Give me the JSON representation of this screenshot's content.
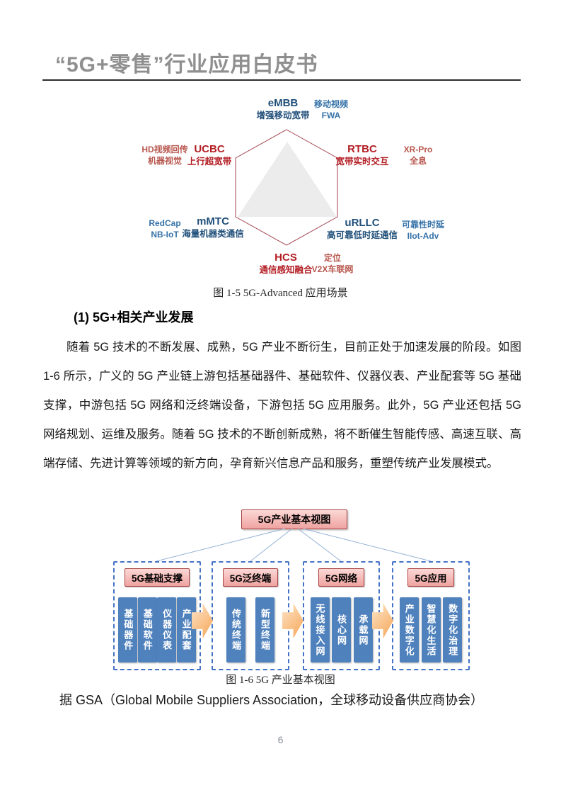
{
  "header": {
    "title": "“5G+零售”行业应用白皮书"
  },
  "figure5": {
    "caption": "图 1-5  5G-Advanced 应用场景",
    "embb": {
      "code": "eMBB",
      "label": "增强移动宽带",
      "note": "移动视频\nFWA"
    },
    "ucbc": {
      "code": "UCBC",
      "label": "上行超宽带",
      "note": "HD视频回传\n机器视觉"
    },
    "rtbc": {
      "code": "RTBC",
      "label": "宽带实时交互",
      "note": "XR-Pro\n全息"
    },
    "mmtc": {
      "code": "mMTC",
      "label": "海量机器类通信",
      "note": "RedCap\nNB-IoT"
    },
    "urllc": {
      "code": "uRLLC",
      "label": "高可靠低时延通信",
      "note": "可靠性时延\nIIot-Adv"
    },
    "hcs": {
      "code": "HCS",
      "label": "通信感知融合",
      "note": "定位\nV2X车联网"
    }
  },
  "section": {
    "heading": "(1) 5G+相关产业发展",
    "paragraph": "随着 5G 技术的不断发展、成熟，5G 产业不断衍生，目前正处于加速发展的阶段。如图 1-6 所示，广义的 5G 产业链上游包括基础器件、基础软件、仪器仪表、产业配套等 5G 基础支撑，中游包括 5G 网络和泛终端设备，下游包括 5G 应用服务。此外，5G 产业还包括 5G 网络规划、运维及服务。随着 5G 技术的不断创新成熟，将不断催生智能传感、高速互联、高端存储、先进计算等领域的新方向，孕育新兴信息产品和服务，重塑传统产业发展模式。"
  },
  "figure6": {
    "caption": "图 1-6  5G 产业基本视图",
    "root": "5G产业基本视图",
    "groups": [
      {
        "title": "5G基础支撑",
        "items": [
          "基础器件",
          "基础软件",
          "仪器仪表",
          "产业配套"
        ]
      },
      {
        "title": "5G泛终端",
        "items": [
          "传统终端",
          "新型终端"
        ]
      },
      {
        "title": "5G网络",
        "items": [
          "无线接入网",
          "核心网",
          "承载网"
        ]
      },
      {
        "title": "5G应用",
        "items": [
          "产业数字化",
          "智慧化生活",
          "数字化治理"
        ]
      }
    ]
  },
  "source_line": "据 GSA（Global Mobile Suppliers Association，全球移动设备供应商协会）",
  "page_number": "6",
  "colors": {
    "title_gray": "#8f8f8f",
    "hex_stroke": "#a0404c",
    "triangle_fill": "#ececec",
    "navy": "#1f4e79",
    "blue_note": "#3572a8",
    "red": "#b31d23",
    "red_note": "#b8574e",
    "bar_blue": "#4f81bd",
    "dashed_border_blue": "#4472c4",
    "header_pink": "#efa3a0",
    "header_border_red": "#a94442",
    "arrow_orange": "#f6a352"
  }
}
